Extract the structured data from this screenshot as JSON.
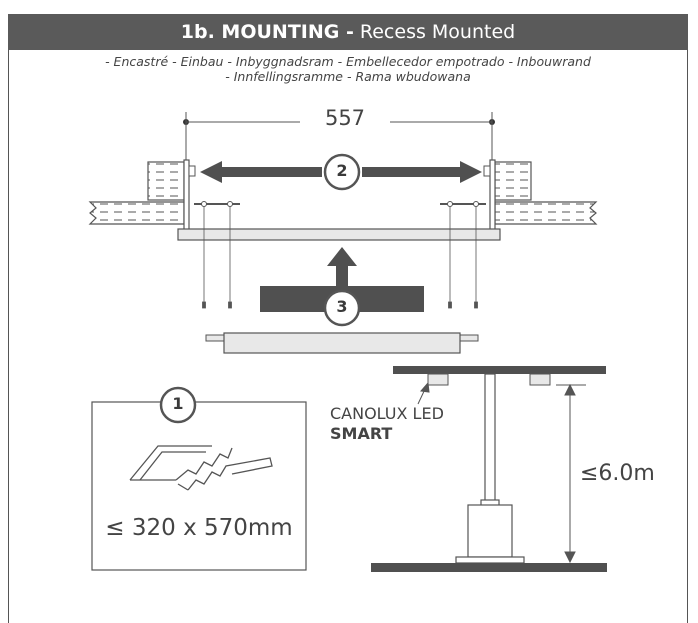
{
  "header": {
    "title_bold": "1b. MOUNTING -",
    "title_rest": " Recess Mounted"
  },
  "subtitle": {
    "line1": "- Encastré - Einbau - Inbyggnadsram - Embellecedor empotrado - Inbouwrand",
    "line2": "- Innfellingsramme - Rama wbudowana"
  },
  "steps": {
    "one": "1",
    "two": "2",
    "three": "3"
  },
  "dimension": {
    "width": "557"
  },
  "cutout": {
    "size": "≤ 320 x 570mm"
  },
  "product": {
    "line1": "CANOLUX LED",
    "line2": "SMART"
  },
  "height": {
    "max": "≤6.0m"
  },
  "colors": {
    "dark": "#555555",
    "header_bg": "#5a5a5a",
    "panel_fill": "#e8e8e8"
  }
}
